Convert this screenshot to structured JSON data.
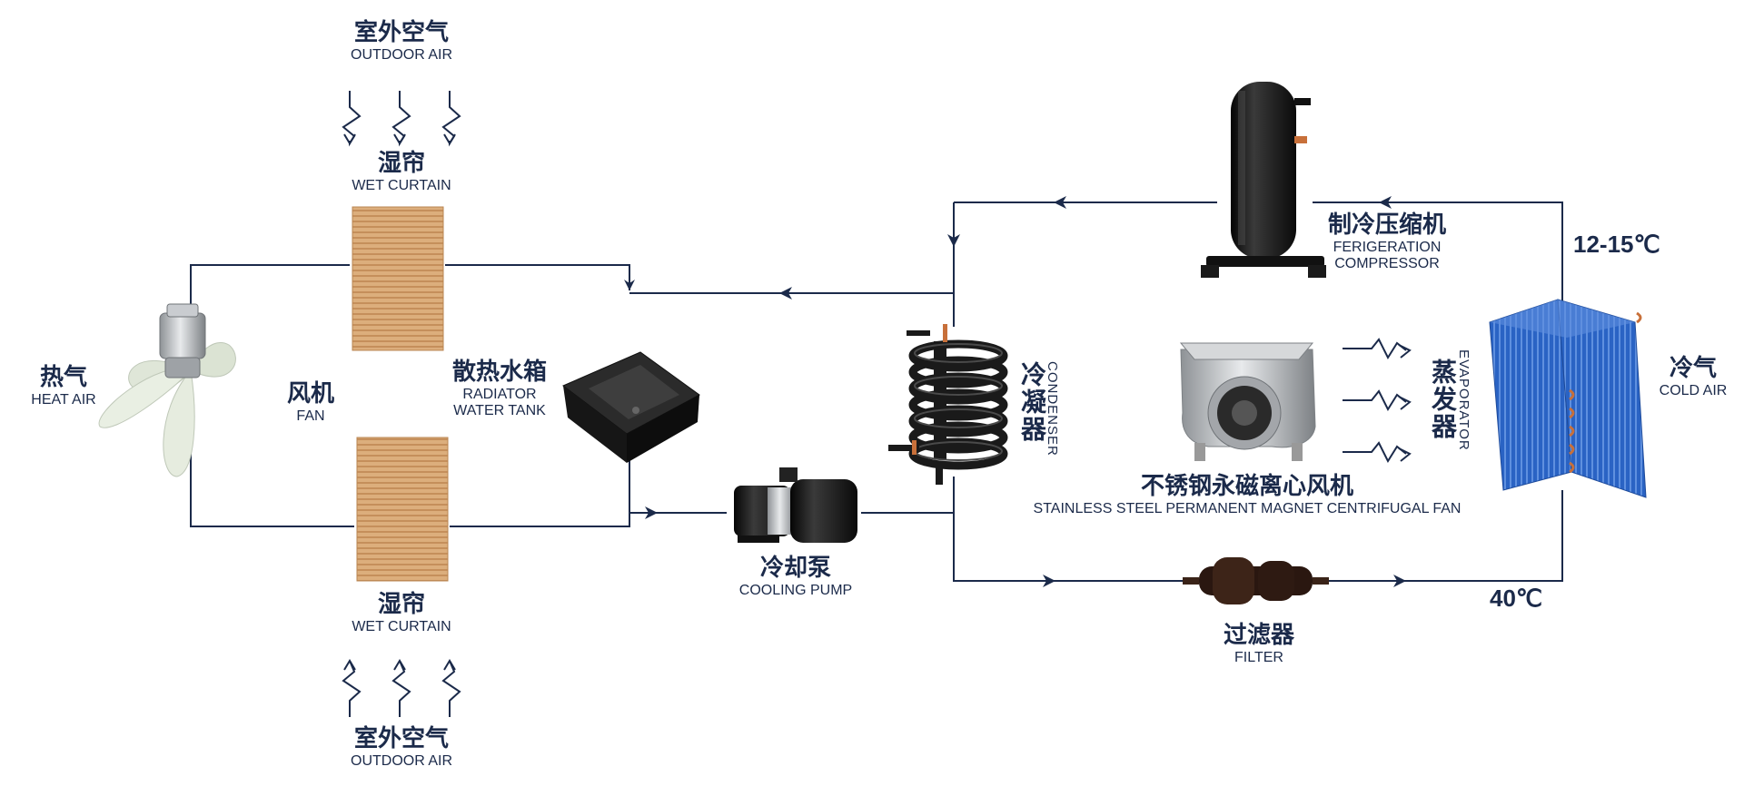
{
  "labels": {
    "outdoor_air_top": {
      "zh": "室外空气",
      "en": "OUTDOOR AIR"
    },
    "wet_curtain_top": {
      "zh": "湿帘",
      "en": "WET CURTAIN"
    },
    "heat_air": {
      "zh": "热气",
      "en": "HEAT AIR"
    },
    "fan": {
      "zh": "风机",
      "en": "FAN"
    },
    "radiator_water_tank": {
      "zh": "散热水箱",
      "en1": "RADIATOR",
      "en2": "WATER TANK"
    },
    "wet_curtain_bottom": {
      "zh": "湿帘",
      "en": "WET CURTAIN"
    },
    "outdoor_air_bottom": {
      "zh": "室外空气",
      "en": "OUTDOOR AIR"
    },
    "cooling_pump": {
      "zh": "冷却泵",
      "en": "COOLING PUMP"
    },
    "condenser": {
      "zh": "冷凝器",
      "en": "CONDENSER"
    },
    "compressor": {
      "zh": "制冷压缩机",
      "en1": "FERIGERATION",
      "en2": "COMPRESSOR"
    },
    "centrifugal_fan": {
      "zh": "不锈钢永磁离心风机",
      "en": "STAINLESS STEEL PERMANENT MAGNET CENTRIFUGAL FAN"
    },
    "evaporator": {
      "zh": "蒸发器",
      "en": "EVAPORATOR"
    },
    "cold_air": {
      "zh": "冷气",
      "en": "COLD AIR"
    },
    "filter": {
      "zh": "过滤器",
      "en": "FILTER"
    },
    "temp_cold": "12-15℃",
    "temp_hot": "40℃"
  },
  "colors": {
    "line": "#1b2a4a",
    "curtain": "#d9aa78",
    "evaporator": "#2a63c4",
    "copper": "#c8703a",
    "metal": "#b9bcc0",
    "fan_blade": "#dfe6d8"
  }
}
